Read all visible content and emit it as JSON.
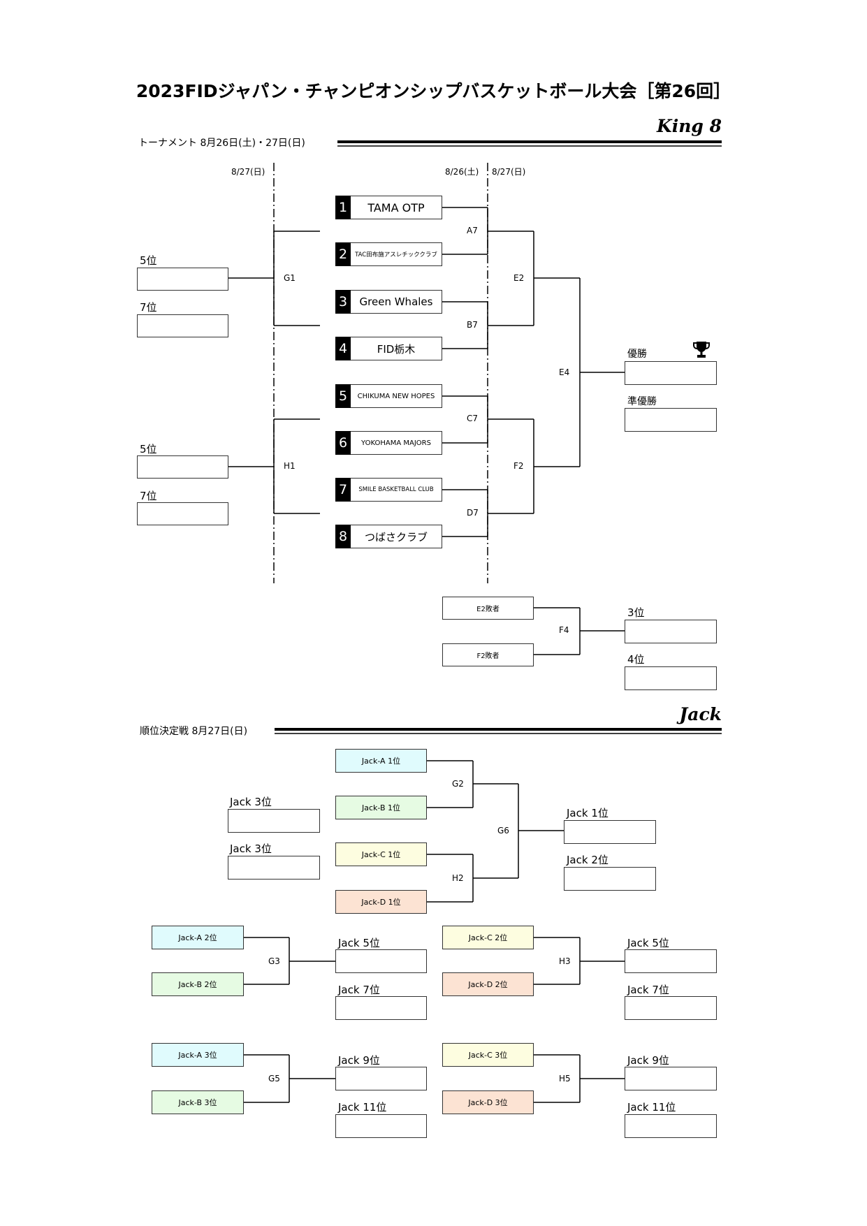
{
  "title": "2023FIDジャパン・チャンピオンシップバスケットボール大会［第26回］",
  "king": {
    "heading": "King 8",
    "section_label": "トーナメント 8月26日(土)・27日(日)",
    "dates": {
      "left": "8/27(日)",
      "mid": "8/26(土)",
      "right": "8/27(日)"
    },
    "teams": [
      {
        "seed": "1",
        "name": "TAMA OTP"
      },
      {
        "seed": "2",
        "name": "TAC田布施アスレチッククラブ"
      },
      {
        "seed": "3",
        "name": "Green Whales"
      },
      {
        "seed": "4",
        "name": "FID栃木"
      },
      {
        "seed": "5",
        "name": "CHIKUMA NEW HOPES"
      },
      {
        "seed": "6",
        "name": "YOKOHAMA MAJORS"
      },
      {
        "seed": "7",
        "name": "SMILE BASKETBALL CLUB"
      },
      {
        "seed": "8",
        "name": "つばさクラブ"
      }
    ],
    "games": {
      "a7": "A7",
      "b7": "B7",
      "c7": "C7",
      "d7": "D7",
      "e2": "E2",
      "f2": "F2",
      "e4": "E4",
      "f4": "F4",
      "g1": "G1",
      "h1": "H1"
    },
    "placements": {
      "g1_win": "5位",
      "g1_lose": "7位",
      "h1_win": "5位",
      "h1_lose": "7位",
      "champion": "優勝",
      "runner_up": "準優勝",
      "third": "3位",
      "fourth": "4位"
    },
    "losers": {
      "e2": "E2敗者",
      "f2": "F2敗者"
    }
  },
  "jack": {
    "heading": "Jack",
    "section_label": "順位決定戦 8月27日(日)",
    "colors": {
      "A": "#e0fbfd",
      "B": "#e6fbe3",
      "C": "#fdfde0",
      "D": "#fce3d3"
    },
    "seeds": {
      "a1": "Jack-A 1位",
      "b1": "Jack-B 1位",
      "c1": "Jack-C 1位",
      "d1": "Jack-D 1位",
      "a2": "Jack-A 2位",
      "b2": "Jack-B 2位",
      "c2": "Jack-C 2位",
      "d2": "Jack-D 2位",
      "a3": "Jack-A 3位",
      "b3": "Jack-B 3位",
      "c3": "Jack-C 3位",
      "d3": "Jack-D 3位"
    },
    "games": {
      "g2": "G2",
      "h2": "H2",
      "g6": "G6",
      "g3": "G3",
      "h3": "H3",
      "g5": "G5",
      "h5": "H5"
    },
    "placements": {
      "third_a": "Jack 3位",
      "third_b": "Jack 3位",
      "first": "Jack 1位",
      "second": "Jack 2位",
      "g3_win": "Jack 5位",
      "g3_lose": "Jack 7位",
      "h3_win": "Jack 5位",
      "h3_lose": "Jack 7位",
      "g5_win": "Jack 9位",
      "g5_lose": "Jack 11位",
      "h5_win": "Jack 9位",
      "h5_lose": "Jack 11位"
    }
  }
}
